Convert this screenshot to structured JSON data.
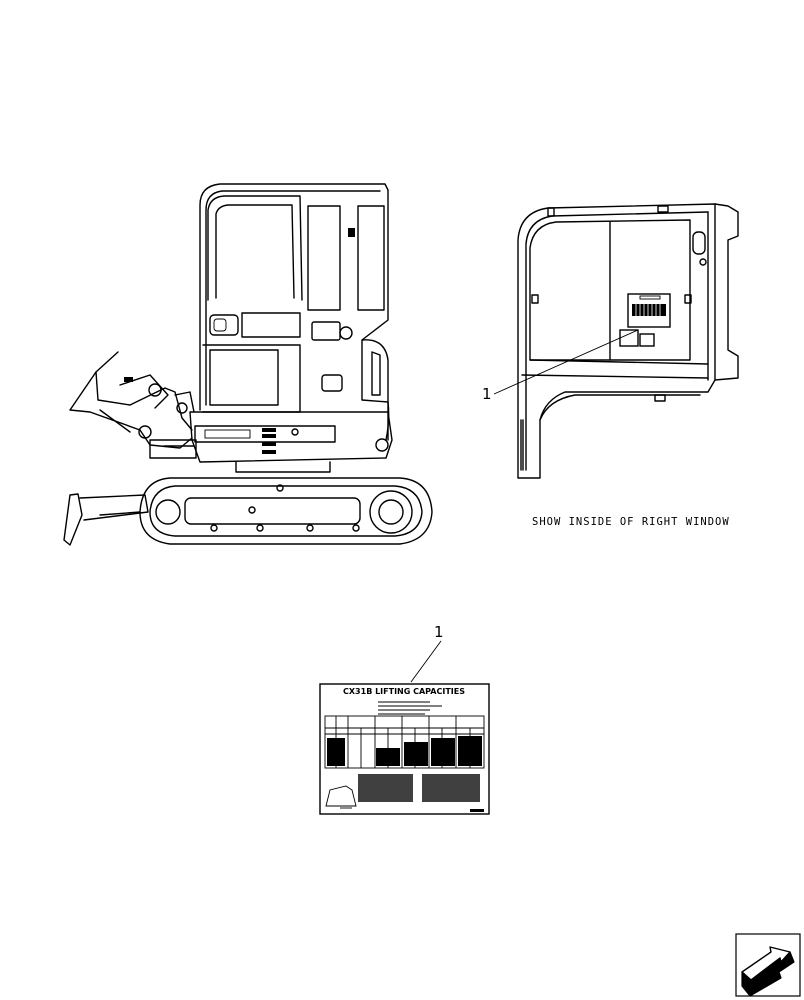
{
  "callouts": {
    "cab_view": "1",
    "decal": "1"
  },
  "cab_caption": "SHOW INSIDE OF RIGHT WINDOW",
  "decal": {
    "title": "CX31B LIFTING CAPACITIES"
  },
  "icons": {
    "navigation": "arrow-next-icon"
  },
  "colors": {
    "line": "#000000",
    "background": "#ffffff"
  }
}
